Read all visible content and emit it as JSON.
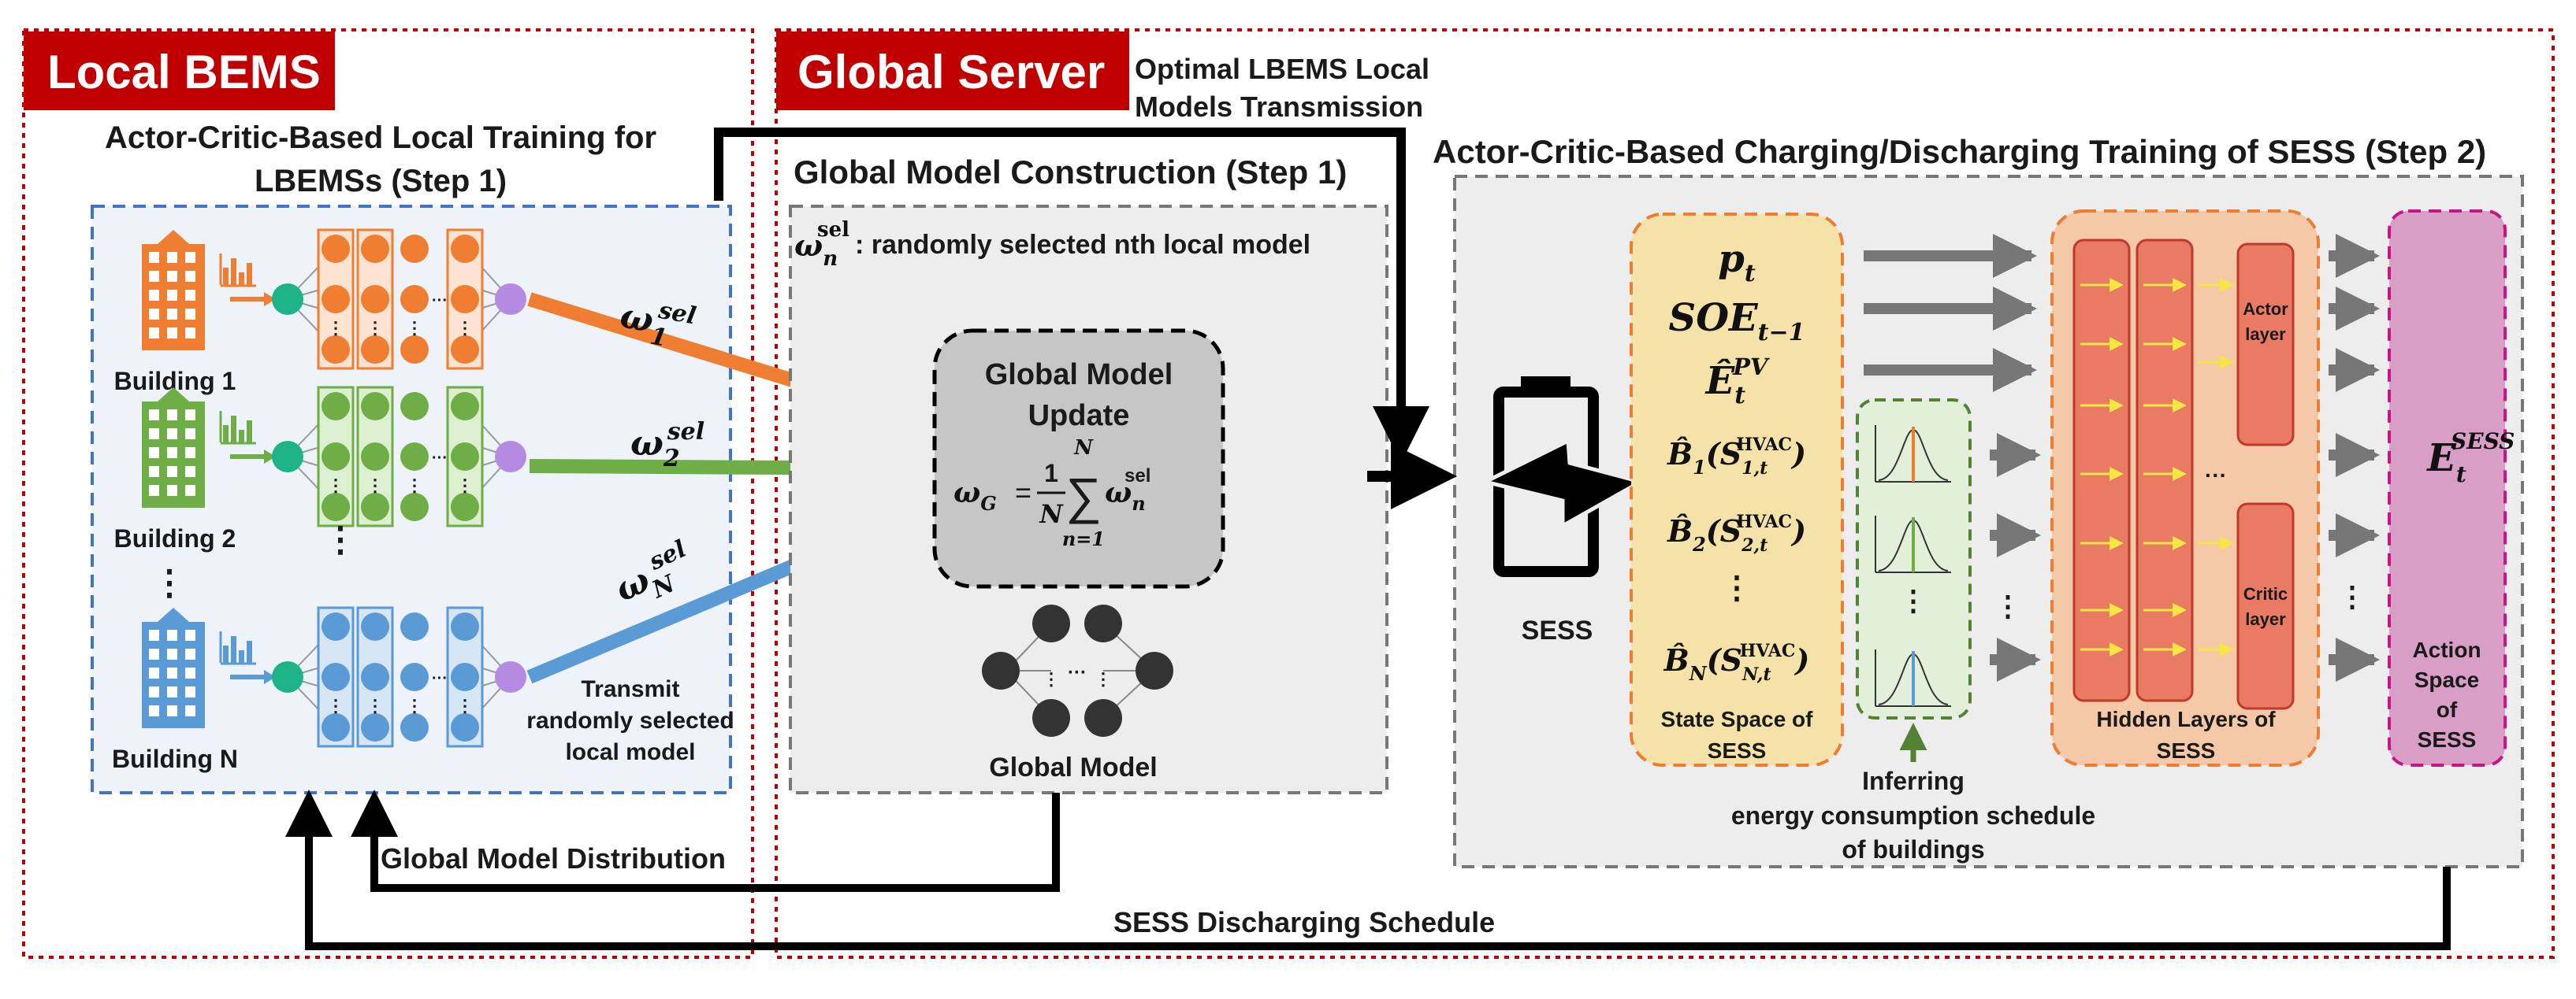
{
  "sections": {
    "local": {
      "title": "Local BEMS"
    },
    "global": {
      "title": "Global Server"
    }
  },
  "titles": {
    "local_training": [
      "Actor-Critic-Based Local Training for",
      "LBEMSs (Step 1)"
    ],
    "global_construction": "Global Model Construction (Step 1)",
    "sess_training": "Actor-Critic-Based Charging/Discharging Training of SESS (Step 2)"
  },
  "buildings": [
    {
      "label": "Building 1",
      "color": "#ef7d32",
      "light": "#fde3d1",
      "weight": "ω",
      "sub": "1",
      "sup": "sel"
    },
    {
      "label": "Building 2",
      "color": "#6fad46",
      "light": "#dcefd0",
      "weight": "ω",
      "sub": "2",
      "sup": "sel"
    },
    {
      "label": "Building N",
      "color": "#5b9bd5",
      "light": "#d6e6f5",
      "weight": "ω",
      "sub": "N",
      "sup": "sel"
    }
  ],
  "colors": {
    "red_header": "#c00000",
    "input_node": "#1fb38a",
    "output_node": "#b48be0",
    "gray_node": "#333333"
  },
  "labels": {
    "ellipsis_v": "⋮",
    "ellipsis_h": "···",
    "transmit": [
      "Transmit",
      "randomly selected",
      "local model"
    ],
    "legend_text": ": randomly selected nth local model",
    "legend_symbol": "ω",
    "legend_sub": "n",
    "legend_sup": "sel",
    "update_title": [
      "Global Model",
      "Update"
    ],
    "global_model": "Global Model",
    "optimal_transmission": [
      "Optimal LBEMS Local",
      "Models Transmission"
    ],
    "global_distribution": "Global Model Distribution",
    "sess_discharging": "SESS Discharging Schedule",
    "sess": "SESS",
    "state_space": [
      "State Space of",
      "SESS"
    ],
    "hidden_layers": [
      "Hidden Layers of",
      "SESS"
    ],
    "actor_layer": [
      "Actor",
      "layer"
    ],
    "critic_layer": [
      "Critic",
      "layer"
    ],
    "action_space": [
      "Action",
      "Space",
      "of",
      "SESS"
    ],
    "inferring": [
      "Inferring",
      "energy consumption schedule",
      "of  buildings"
    ]
  },
  "formula": {
    "lhs": "ω",
    "lhs_sub": "G",
    "eq": "=",
    "frac_num": "1",
    "frac_den": "N",
    "sum_top": "N",
    "sum_bottom": "n=1",
    "term": "ω",
    "term_sub": "n",
    "term_sup": "sel"
  },
  "states": [
    {
      "base": "p",
      "sub": "t"
    },
    {
      "base": "SOE",
      "sub": "t−1"
    },
    {
      "base": "Ê",
      "sub": "t",
      "sup": "PV"
    },
    {
      "base": "B̂",
      "sub": "1",
      "arg": "S",
      "arg_sub": "1,t",
      "arg_sup": "HVAC"
    },
    {
      "base": "B̂",
      "sub": "2",
      "arg": "S",
      "arg_sub": "2,t",
      "arg_sup": "HVAC"
    },
    {
      "base": "B̂",
      "sub": "N",
      "arg": "S",
      "arg_sub": "N,t",
      "arg_sup": "HVAC"
    }
  ],
  "action": {
    "base": "E",
    "sub": "t",
    "sup": "SESS"
  }
}
